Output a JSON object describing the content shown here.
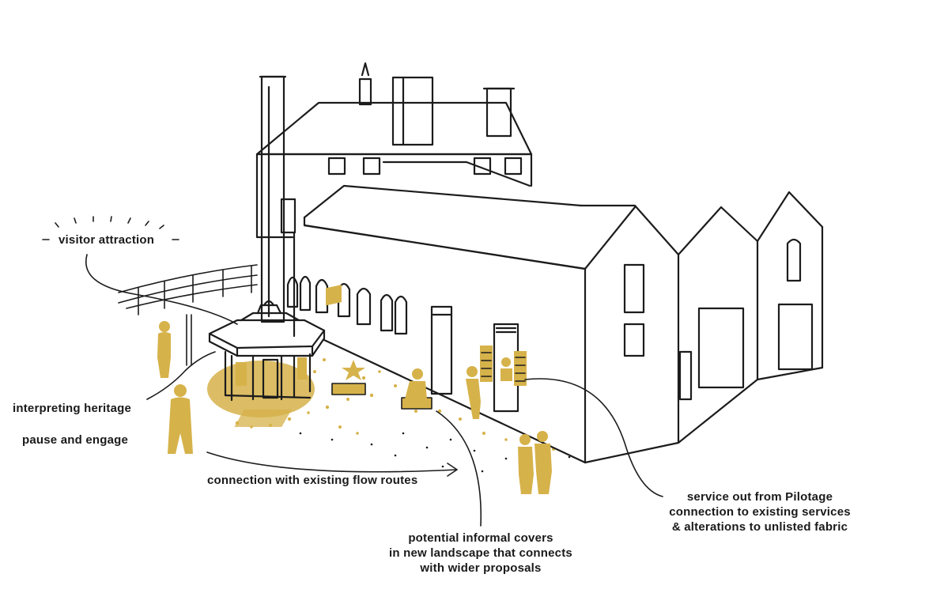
{
  "annotations": {
    "visitor_attraction": "visitor attraction",
    "interpreting_heritage": "interpreting heritage",
    "pause_and_engage": "pause and engage",
    "connection_flow": "connection with existing flow routes",
    "informal_covers": [
      "potential informal covers",
      "in new landscape that connects",
      "with wider proposals"
    ],
    "service_out": [
      "service out from Pilotage",
      "connection to existing services",
      "& alterations to unlisted fabric"
    ]
  },
  "colors": {
    "ink": "#1c1c1c",
    "accent": "#d6b24a",
    "background": "#ffffff"
  }
}
